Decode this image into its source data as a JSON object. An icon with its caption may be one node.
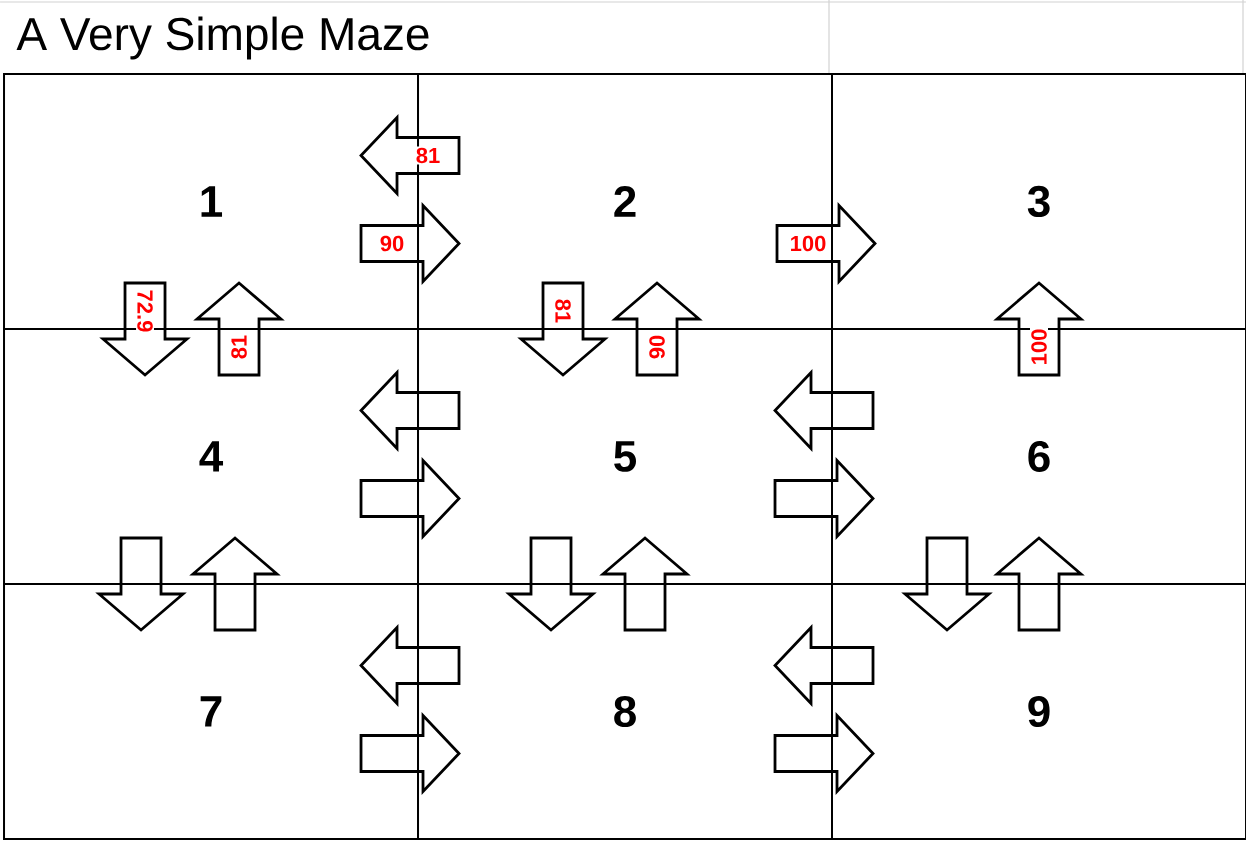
{
  "diagram": {
    "title": "A Very Simple Maze",
    "nodes": [
      {
        "text": [
          "1"
        ]
      },
      {
        "text": [
          "2"
        ]
      },
      {
        "text": [
          "3"
        ]
      },
      {
        "text": [
          "4"
        ]
      },
      {
        "text": [
          "5"
        ]
      },
      {
        "text": [
          "6"
        ]
      },
      {
        "text": [
          "7"
        ]
      },
      {
        "text": [
          "8"
        ]
      },
      {
        "text": [
          "9"
        ]
      }
    ],
    "edges": [
      {
        "from": 1,
        "to": 0,
        "arrow": "to",
        "label": "81"
      },
      {
        "from": 0,
        "to": 1,
        "arrow": "to",
        "label": "90"
      },
      {
        "from": 1,
        "to": 2,
        "arrow": "to",
        "label": "100"
      },
      {
        "from": 0,
        "to": 3,
        "arrow": "to",
        "label": "72.9"
      },
      {
        "from": 3,
        "to": 0,
        "arrow": "to",
        "label": "81"
      },
      {
        "from": 1,
        "to": 4,
        "arrow": "to",
        "label": "81"
      },
      {
        "from": 4,
        "to": 1,
        "arrow": "to",
        "label": "90"
      },
      {
        "from": 5,
        "to": 2,
        "arrow": "to",
        "label": "100"
      },
      {
        "from": 4,
        "to": 3,
        "arrow": "to"
      },
      {
        "from": 3,
        "to": 4,
        "arrow": "to"
      },
      {
        "from": 5,
        "to": 4,
        "arrow": "to"
      },
      {
        "from": 4,
        "to": 5,
        "arrow": "to"
      },
      {
        "from": 3,
        "to": 6,
        "arrow": "to"
      },
      {
        "from": 6,
        "to": 3,
        "arrow": "to"
      },
      {
        "from": 4,
        "to": 7,
        "arrow": "to"
      },
      {
        "from": 7,
        "to": 4,
        "arrow": "to"
      },
      {
        "from": 5,
        "to": 8,
        "arrow": "to"
      },
      {
        "from": 8,
        "to": 5,
        "arrow": "to"
      },
      {
        "from": 7,
        "to": 6,
        "arrow": "to"
      },
      {
        "from": 6,
        "to": 7,
        "arrow": "to"
      },
      {
        "from": 8,
        "to": 7,
        "arrow": "to"
      },
      {
        "from": 7,
        "to": 8,
        "arrow": "to"
      }
    ]
  }
}
